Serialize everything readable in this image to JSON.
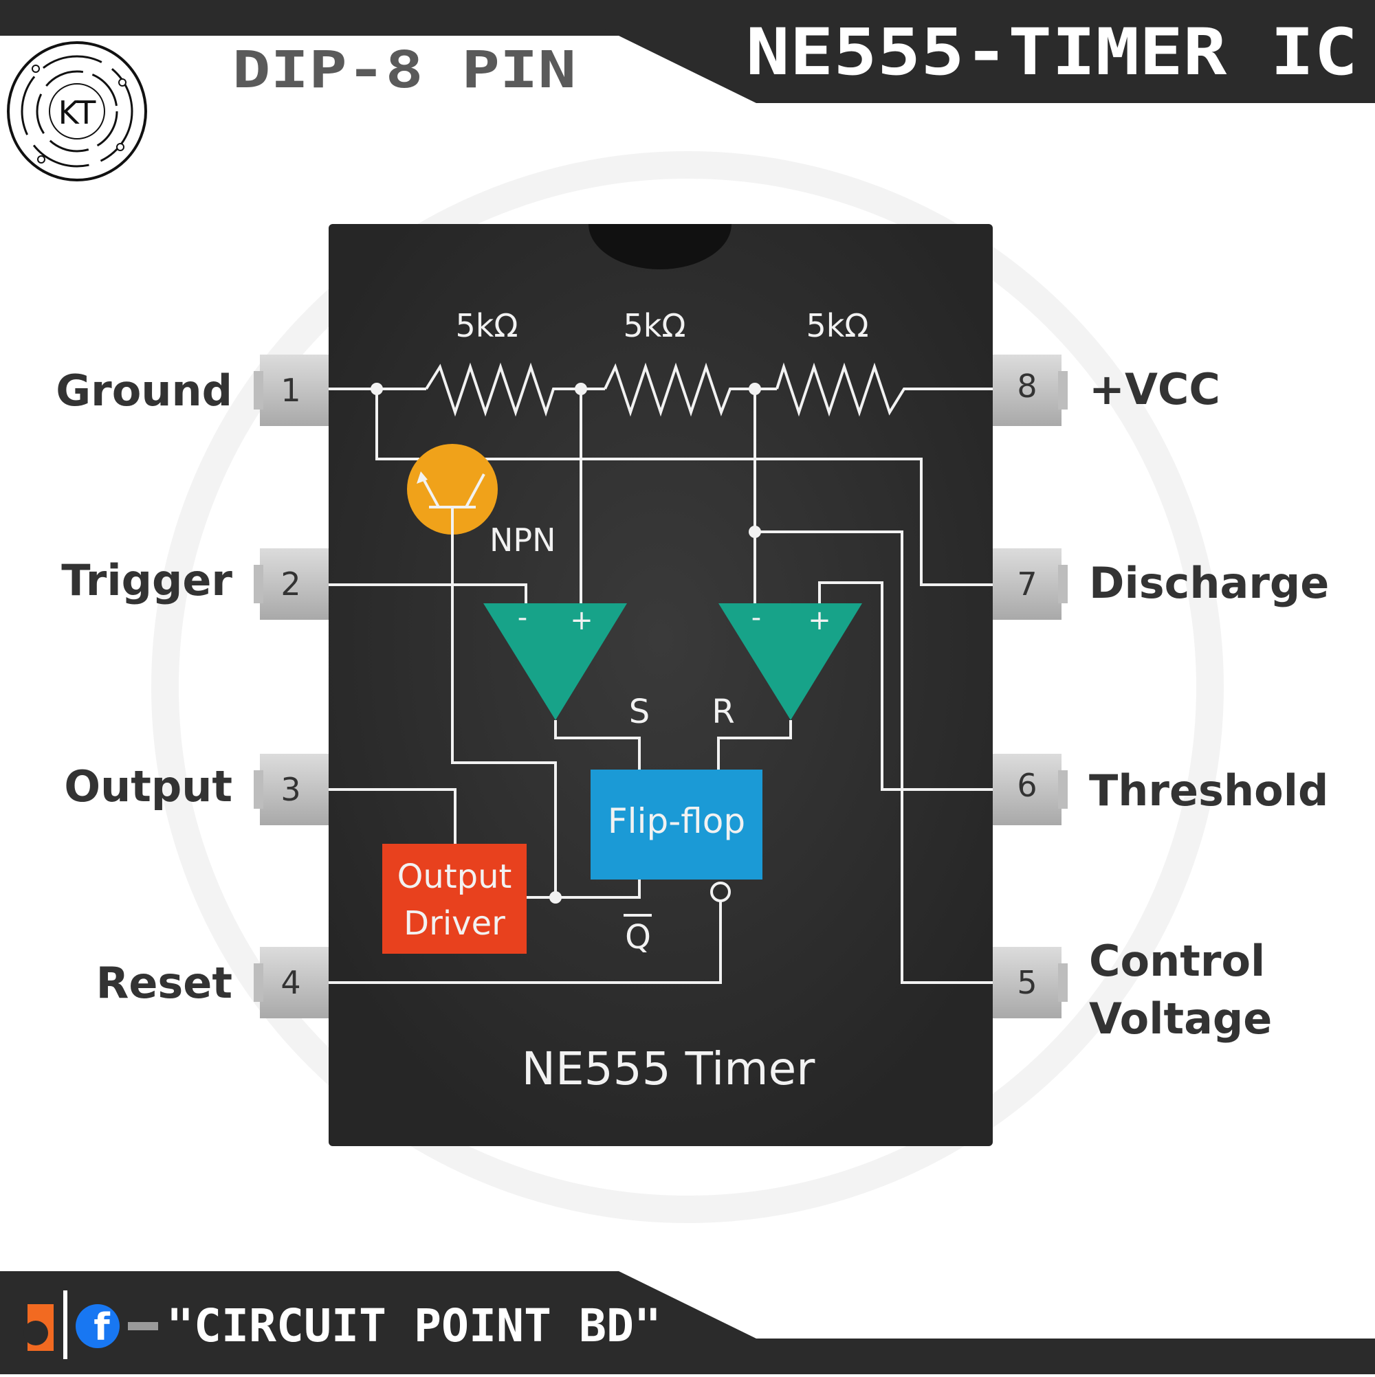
{
  "header": {
    "package_label": "DIP-8 PIN",
    "title": "NE555-TIMER IC",
    "logo_text": "KT"
  },
  "chip": {
    "name": "NE555 Timer",
    "resistors": [
      "5kΩ",
      "5kΩ",
      "5kΩ"
    ],
    "transistor_label": "NPN",
    "flipflop_label": "Flip-flop",
    "flipflop_inputs": {
      "set": "S",
      "reset": "R",
      "qbar": "Q"
    },
    "output_driver": {
      "line1": "Output",
      "line2": "Driver"
    },
    "comparator_signs": {
      "minus": "-",
      "plus": "+"
    }
  },
  "pins_left": [
    {
      "number": "1",
      "label": "Ground"
    },
    {
      "number": "2",
      "label": "Trigger"
    },
    {
      "number": "3",
      "label": "Output"
    },
    {
      "number": "4",
      "label": "Reset"
    }
  ],
  "pins_right": [
    {
      "number": "8",
      "label": "+VCC"
    },
    {
      "number": "7",
      "label": "Discharge"
    },
    {
      "number": "6",
      "label": "Threshold"
    },
    {
      "number": "5",
      "label_line1": "Control",
      "label_line2": "Voltage"
    }
  ],
  "footer": {
    "page_name": "\"CIRCUIT POINT BD\"",
    "social_icon": "facebook-icon",
    "brand_icon": "brand-logo-icon"
  },
  "colors": {
    "banner": "#2b2b2b",
    "chip_body": "#2e2e2e",
    "wire": "#f2f2f2",
    "comparator": "#17a389",
    "flipflop": "#1b9ad6",
    "output_driver": "#e8411e",
    "transistor": "#f0a21a",
    "pin": "#cfcfcf",
    "facebook": "#1877f2",
    "brand_orange": "#f26a21"
  }
}
